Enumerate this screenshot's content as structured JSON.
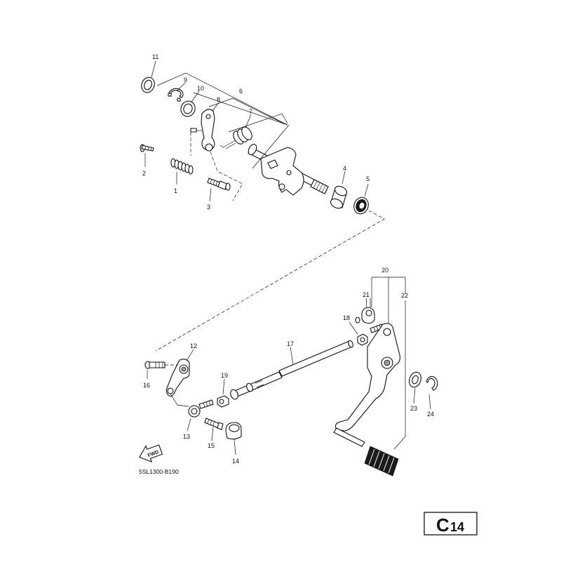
{
  "callouts": {
    "c1": "1",
    "c2": "2",
    "c3": "3",
    "c4": "4",
    "c5": "5",
    "c6": "6",
    "c7": "7",
    "c8": "8",
    "c9": "9",
    "c10": "10",
    "c11": "11",
    "c12": "12",
    "c13": "13",
    "c14": "14",
    "c15": "15",
    "c16": "16",
    "c17": "17",
    "c18": "18",
    "c19": "19",
    "c20": "20",
    "c21": "21",
    "c22": "22",
    "c23": "23",
    "c24": "24"
  },
  "fwd_label": "FWD",
  "diagram_ref": "5SL1300-B190",
  "page_code": {
    "letter": "C",
    "number": "14"
  }
}
